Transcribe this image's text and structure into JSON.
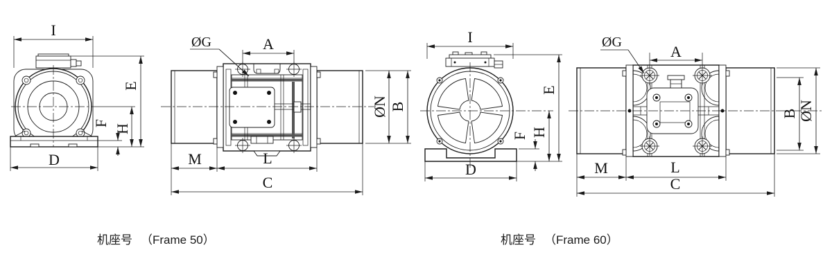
{
  "colors": {
    "line": "#1a1a1a",
    "background": "#ffffff"
  },
  "figures": [
    {
      "name": "frame-50",
      "caption": {
        "cn": "机座号",
        "en": "（Frame 50）"
      },
      "front": {
        "overall_width": "I",
        "total_height": "E",
        "foot_height": "F",
        "center_height": "H",
        "base_width": "D"
      },
      "side": {
        "mount_hole_dia": "ØG",
        "bolt_spacing": "A",
        "cover_dia": "ØN",
        "body_height": "B",
        "cover_length": "M",
        "body_length": "L",
        "total_length": "C"
      }
    },
    {
      "name": "frame-60",
      "caption": {
        "cn": "机座号",
        "en": "（Frame 60）"
      },
      "front": {
        "overall_width": "I",
        "total_height": "E",
        "foot_height": "F",
        "center_height": "H",
        "base_width": "D"
      },
      "side": {
        "mount_hole_dia": "ØG",
        "bolt_spacing": "A",
        "cover_dia": "ØN",
        "body_height": "B",
        "cover_length": "M",
        "body_length": "L",
        "total_length": "C"
      }
    }
  ]
}
